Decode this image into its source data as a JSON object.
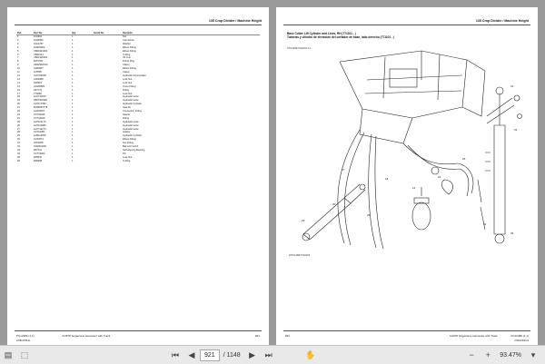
{
  "left_page": {
    "header": "135 Crop Divider / Machine Height",
    "columns": [
      "Ref.",
      "Part No.",
      "Qty.",
      "Serial No.",
      "Remarks"
    ],
    "rows": [
      [
        "1",
        "16H904",
        "1",
        "",
        "Nut"
      ],
      [
        "2",
        "19H5953",
        "1",
        "",
        "Cap Screw"
      ],
      [
        "3",
        "34H1787",
        "1",
        "",
        "Washer"
      ],
      [
        "4",
        "AH233000",
        "1",
        "",
        "Elbow Fitting"
      ],
      [
        "5",
        "CB04321004",
        "1",
        "",
        "Elbow Fitting"
      ],
      [
        "6",
        "CB01014",
        "1",
        "",
        "O-Ring"
      ],
      [
        "7",
        "CB01300024",
        "1",
        "",
        "Oil Line"
      ],
      [
        "8",
        "80T0700",
        "1",
        "",
        "Fitting Plug"
      ],
      [
        "9",
        "AR4230A014",
        "1",
        "",
        "Clamp"
      ],
      [
        "10",
        "AH63927",
        "1",
        "",
        "Elbow Fitting"
      ],
      [
        "11",
        "11T808",
        "1",
        "",
        "Clamp"
      ],
      [
        "12",
        "AH7706906",
        "1",
        "",
        "Hydraulic Accumulator"
      ],
      [
        "13",
        "C000088",
        "1",
        "",
        "Lock Nut"
      ],
      [
        "14",
        "A00933",
        "1",
        "",
        "Lock Nut"
      ],
      [
        "15",
        "AH100681",
        "1",
        "",
        "Union Fitting"
      ],
      [
        "16",
        "H67770",
        "1",
        "",
        "Fitting"
      ],
      [
        "17",
        "T70692",
        "1",
        "",
        "Lock Nut"
      ],
      [
        "18",
        "AH7710007",
        "1",
        "",
        "Hydraulic Hose"
      ],
      [
        "19",
        "H867362326",
        "1",
        "",
        "Hydraulic Hose"
      ],
      [
        "20",
        "AH7117095",
        "1",
        "",
        "Hydraulic Cylinder"
      ],
      [
        "21",
        "BH45687778",
        "1",
        "",
        "Seal Kit"
      ],
      [
        "22",
        "AH103007",
        "1",
        "",
        "Connection Fitting"
      ],
      [
        "23",
        "CXT16046",
        "1",
        "",
        "Spacer"
      ],
      [
        "24",
        "CXT16049",
        "1",
        "",
        "Fitting"
      ],
      [
        "25",
        "AH7112176",
        "1",
        "",
        "Hydraulic Hose"
      ],
      [
        "26",
        "AH7110085",
        "1",
        "",
        "Hydraulic Hose"
      ],
      [
        "27",
        "AH7711270",
        "1",
        "",
        "Hydraulic Hose"
      ],
      [
        "28",
        "CXT14081",
        "1",
        "",
        "Isolator"
      ],
      [
        "29",
        "AH5113008",
        "1",
        "",
        "Hydraulic Cylinder"
      ],
      [
        "30",
        "AH70073",
        "1",
        "",
        "Elbow Fitting"
      ],
      [
        "31",
        "02X2008",
        "1",
        "",
        "Tee Fitting"
      ],
      [
        "32",
        "01000010M",
        "1",
        "",
        "Ball Joint Hitch"
      ],
      [
        "33",
        "R97711",
        "1",
        "",
        "Self-aligning Bushing"
      ],
      [
        "34",
        "CXT13063",
        "1",
        "",
        "Pin"
      ],
      [
        "35",
        "R35535",
        "1",
        "",
        "Lock Nut"
      ],
      [
        "36",
        "R96058",
        "1",
        "",
        "O-Ring"
      ]
    ],
    "footer_left": "PC12386",
    "footer_left_num": "(1.1)",
    "footer_center": "CH570 Sugarcane Harvester with Track",
    "footer_page": "821",
    "footer_sub": "07881/2508-21"
  },
  "right_page": {
    "header": "135 Crop Divider / Machine Height",
    "figure_title_1": "Base Cutter Lift Cylinder and Lines, RH (771101 - )",
    "figure_title_2": "Tuberías y cilindro de elevación del cortador de base, lado derecho (771101 - )",
    "figure_code": "ST0/14867/CR202/ A 1",
    "figure_code_bottom": "ST0/14867/CR202",
    "footer_page": "822",
    "footer_center": "CH570 Sugarcane Harvester with Track",
    "footer_right": "PC12386",
    "footer_right_num": "(1.1)",
    "footer_sub": "07881/2508-22"
  },
  "toolbar": {
    "current_page": "921",
    "total_pages": "/ 1148",
    "zoom": "93.47%"
  }
}
